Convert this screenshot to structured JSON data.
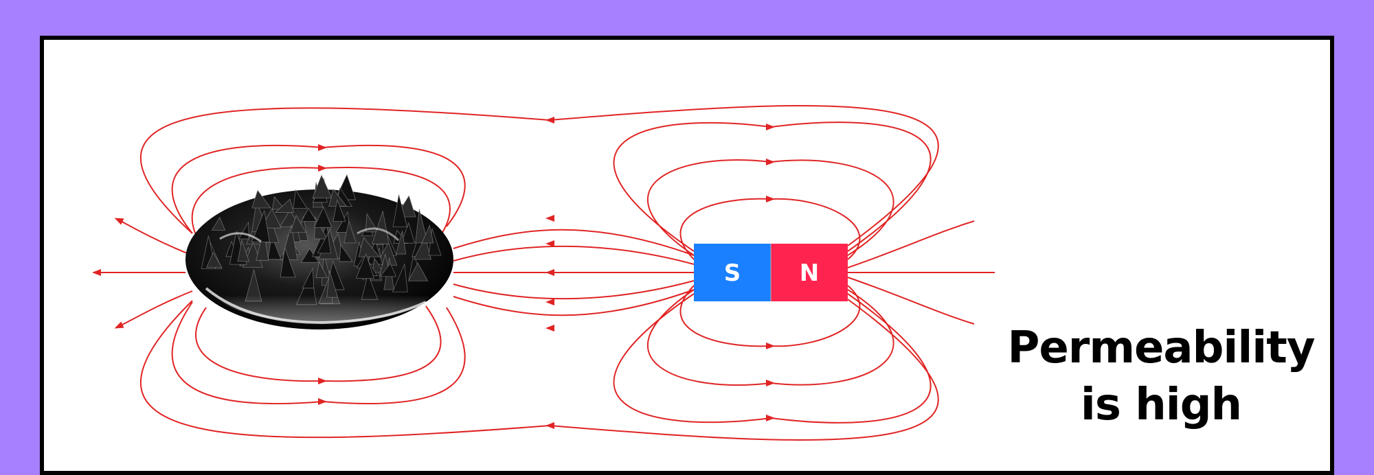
{
  "magnet": {
    "south_label": "S",
    "north_label": "N",
    "south_color": "#1a80ff",
    "north_color": "#ff2450"
  },
  "field_line_color": "#e02424",
  "background_color": "#a680ff",
  "caption": {
    "line1": "Permeability",
    "line2": "is high"
  }
}
